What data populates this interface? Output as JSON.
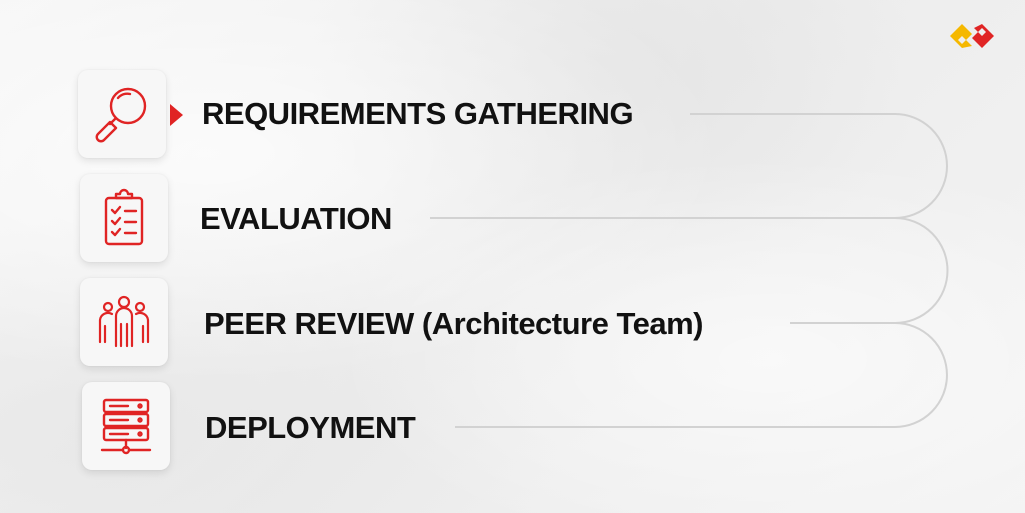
{
  "steps": [
    {
      "label": "REQUIREMENTS GATHERING",
      "icon": "magnifier-icon"
    },
    {
      "label": "EVALUATION",
      "icon": "clipboard-checklist-icon"
    },
    {
      "label": "PEER REVIEW (Architecture Team)",
      "icon": "team-people-icon"
    },
    {
      "label": "DEPLOYMENT",
      "icon": "server-network-icon"
    }
  ],
  "colors": {
    "accent": "#e02424",
    "logo_yellow": "#f5b800",
    "logo_red": "#e02424",
    "connector": "#d2d2d2",
    "text": "#111111"
  }
}
